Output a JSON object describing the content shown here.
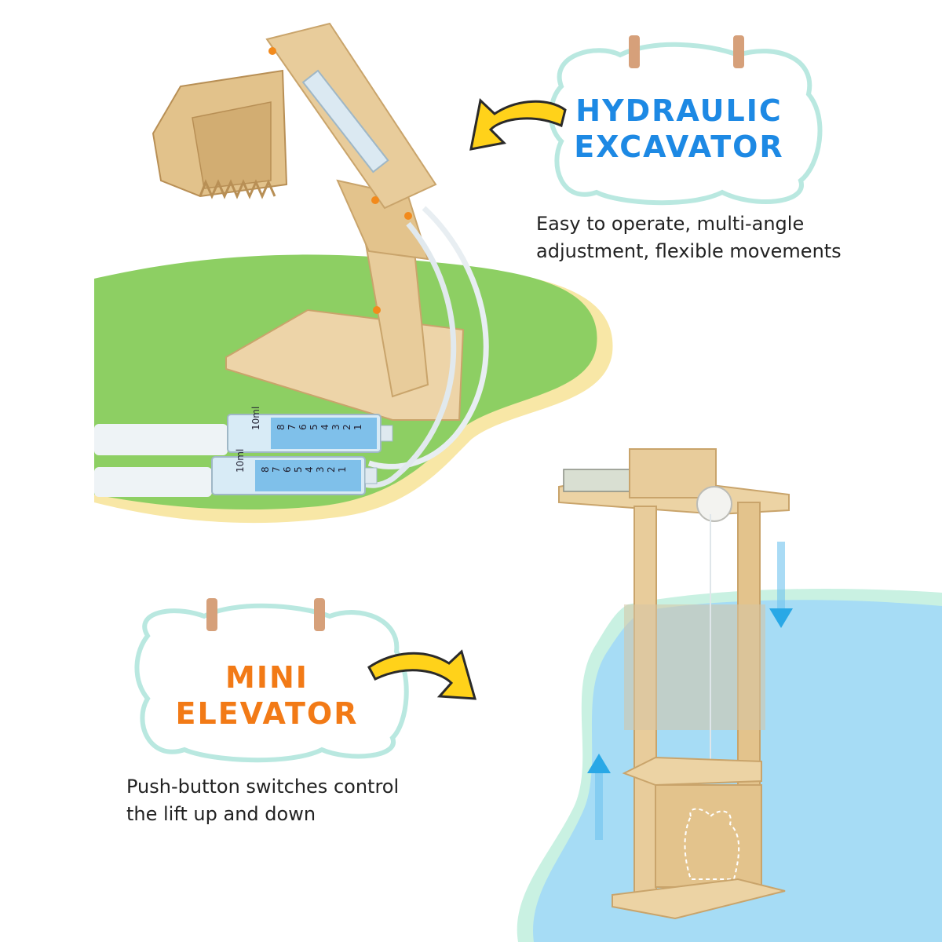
{
  "colors": {
    "green_blob": "#8dcf63",
    "yellow_edge": "#f8e7a6",
    "blue_blob": "#a6dcf5",
    "mint_edge": "#c9f1e2",
    "wood": "#e8cc9b",
    "wood_dark": "#c9a46b",
    "card_border": "#b9e8e0",
    "arrow_yellow": "#ffd21a",
    "arrow_blue": "#29a8e6",
    "hydraulic_title": "#1d89e4",
    "elevator_title": "#f27a16"
  },
  "excavator": {
    "title_line1": "HYDRAULIC",
    "title_line2": "EXCAVATOR",
    "caption_line1": "Easy to operate, multi-angle",
    "caption_line2": "adjustment, flexible movements"
  },
  "elevator": {
    "title_line1": "MINI",
    "title_line2": "ELEVATOR",
    "caption_line1": "Push-button switches control",
    "caption_line2": "the lift up and down"
  },
  "syringes": {
    "top": [
      "1",
      "2",
      "3",
      "4",
      "5",
      "6",
      "7",
      "8",
      "10ml"
    ],
    "bottom": [
      "1",
      "2",
      "3",
      "4",
      "5",
      "6",
      "7",
      "8",
      "10ml"
    ]
  },
  "icons": [
    "curved-arrow-icon",
    "clothespin-icon",
    "arrow-down-icon",
    "arrow-up-icon"
  ]
}
